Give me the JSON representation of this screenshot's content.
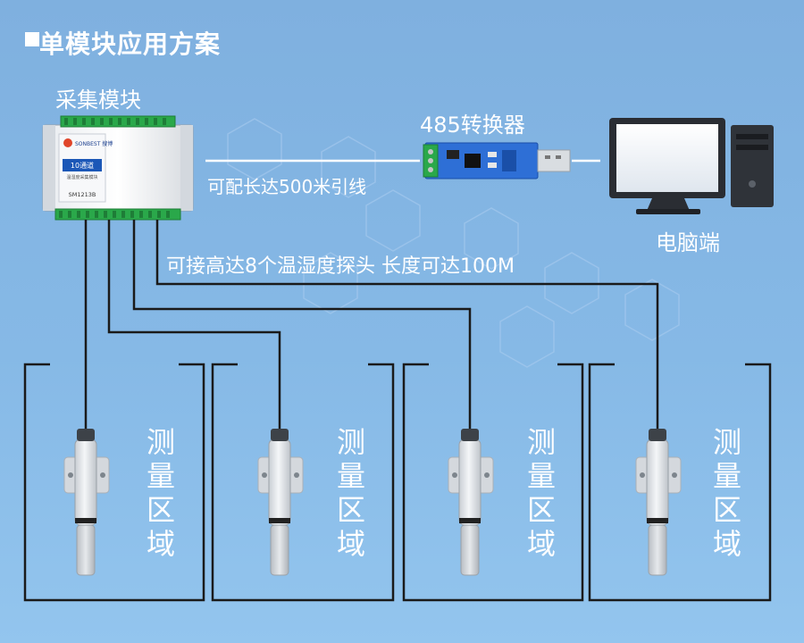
{
  "title": "单模块应用方案",
  "module_label": "采集模块",
  "converter_label": "485转换器",
  "wire_label": "可配长达500米引线",
  "pc_label": "电脑端",
  "probe_label": "可接高达8个温湿度探头  长度可达100M",
  "device": {
    "brand": "SONBEST 搜博",
    "channel_badge": "10通道",
    "subtitle": "温湿度采集模块",
    "model": "SM1213B"
  },
  "zones": [
    {
      "label": "测量区域"
    },
    {
      "label": "测量区域"
    },
    {
      "label": "测量区域"
    },
    {
      "label": "测量区域"
    }
  ],
  "colors": {
    "background": "#86b9e6",
    "wire": "#1a1a1a",
    "text": "#ffffff",
    "converter_board": "#2e6fd6",
    "terminal_green": "#2aa84a"
  }
}
